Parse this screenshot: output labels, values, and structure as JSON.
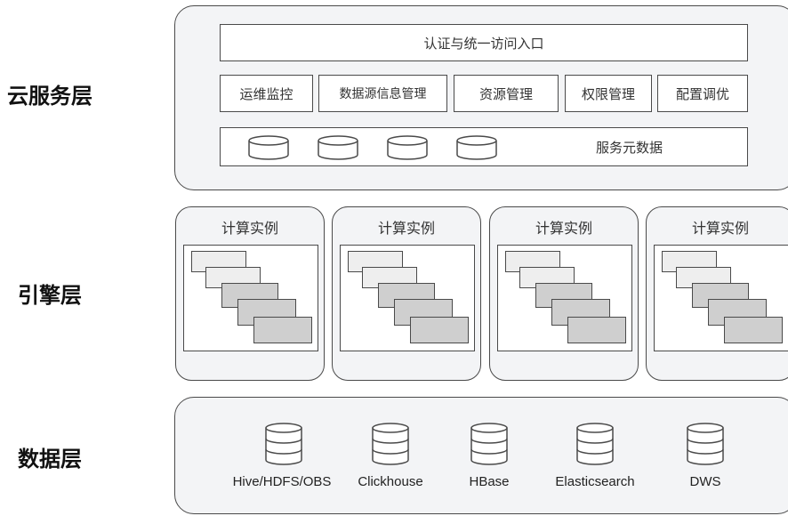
{
  "layers": {
    "cloud": "云服务层",
    "engine": "引擎层",
    "data": "数据层"
  },
  "cloud": {
    "auth": "认证与统一访问入口",
    "modules": [
      "运维监控",
      "数据源信息管理",
      "资源管理",
      "权限管理",
      "配置调优"
    ],
    "metadata": "服务元数据"
  },
  "engine": {
    "instances": [
      "计算实例",
      "计算实例",
      "计算实例",
      "计算实例"
    ]
  },
  "data_sources": [
    "Hive/HDFS/OBS",
    "Clickhouse",
    "HBase",
    "Elasticsearch",
    "DWS"
  ],
  "colors": {
    "panel_bg": "#f3f4f6",
    "border": "#4a4a4a",
    "stack_light": "#eeeeee",
    "stack_dark": "#cfcfcf"
  }
}
